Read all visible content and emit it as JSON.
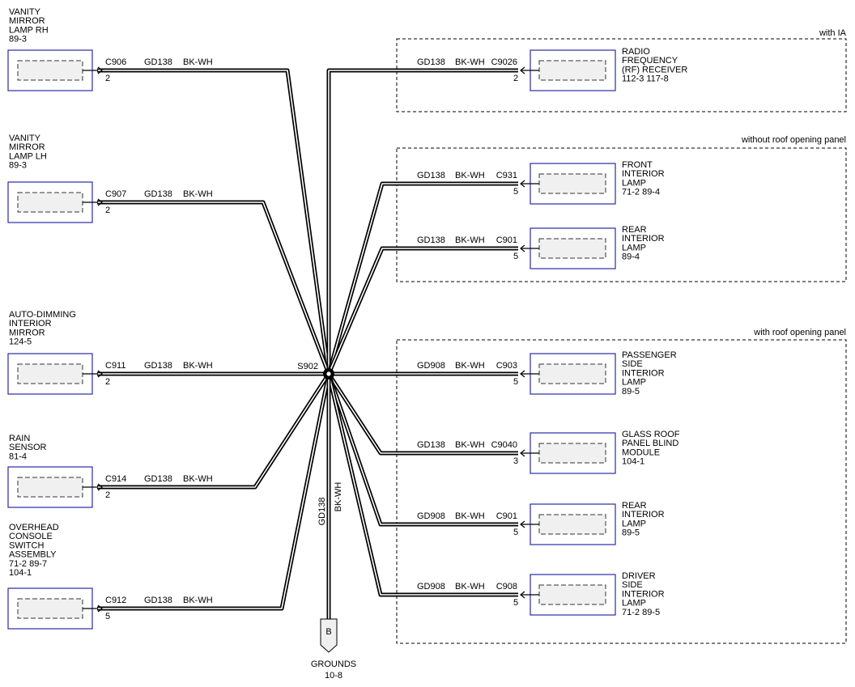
{
  "splice": {
    "label": "S902"
  },
  "left_components": [
    {
      "id": "vanity-rh",
      "label": [
        "VANITY",
        "MIRROR",
        "LAMP RH",
        "89-3"
      ],
      "connector": "C906",
      "pin": "2",
      "circuit": "GD138",
      "color": "BK-WH"
    },
    {
      "id": "vanity-lh",
      "label": [
        "VANITY",
        "MIRROR",
        "LAMP LH",
        "89-3"
      ],
      "connector": "C907",
      "pin": "2",
      "circuit": "GD138",
      "color": "BK-WH"
    },
    {
      "id": "auto-dim",
      "label": [
        "AUTO-DIMMING",
        "INTERIOR",
        "MIRROR",
        "124-5"
      ],
      "connector": "C911",
      "pin": "2",
      "circuit": "GD138",
      "color": "BK-WH"
    },
    {
      "id": "rain",
      "label": [
        "RAIN",
        "SENSOR",
        "81-4"
      ],
      "connector": "C914",
      "pin": "2",
      "circuit": "GD138",
      "color": "BK-WH"
    },
    {
      "id": "overhead",
      "label": [
        "OVERHEAD",
        "CONSOLE",
        "SWITCH",
        "ASSEMBLY",
        "71-2    89-7",
        "104-1"
      ],
      "connector": "C912",
      "pin": "5",
      "circuit": "GD138",
      "color": "BK-WH"
    }
  ],
  "groups": [
    {
      "id": "with-ia",
      "title": "with IA"
    },
    {
      "id": "without-roof",
      "title": "without roof opening panel"
    },
    {
      "id": "with-roof",
      "title": "with roof opening panel"
    }
  ],
  "right_components": [
    {
      "id": "rf",
      "label": [
        "RADIO",
        "FREQUENCY",
        "(RF) RECEIVER",
        "112-3    117-8"
      ],
      "connector": "C9026",
      "pin": "2",
      "circuit": "GD138",
      "color": "BK-WH"
    },
    {
      "id": "front-int",
      "label": [
        "FRONT",
        "INTERIOR",
        "LAMP",
        "71-2    89-4"
      ],
      "connector": "C931",
      "pin": "5",
      "circuit": "GD138",
      "color": "BK-WH"
    },
    {
      "id": "rear-int-a",
      "label": [
        "REAR",
        "INTERIOR",
        "LAMP",
        "89-4"
      ],
      "connector": "C901",
      "pin": "5",
      "circuit": "GD138",
      "color": "BK-WH"
    },
    {
      "id": "pass-side",
      "label": [
        "PASSENGER",
        "SIDE",
        "INTERIOR",
        "LAMP",
        "89-5"
      ],
      "connector": "C903",
      "pin": "5",
      "circuit": "GD908",
      "color": "BK-WH"
    },
    {
      "id": "glass-roof",
      "label": [
        "GLASS ROOF",
        "PANEL BLIND",
        "MODULE",
        "104-1"
      ],
      "connector": "C9040",
      "pin": "3",
      "circuit": "GD138",
      "color": "BK-WH"
    },
    {
      "id": "rear-int-b",
      "label": [
        "REAR",
        "INTERIOR",
        "LAMP",
        "89-5"
      ],
      "connector": "C901",
      "pin": "5",
      "circuit": "GD908",
      "color": "BK-WH"
    },
    {
      "id": "driver-side",
      "label": [
        "DRIVER",
        "SIDE",
        "INTERIOR",
        "LAMP",
        "71-2    89-5"
      ],
      "connector": "C908",
      "pin": "5",
      "circuit": "GD908",
      "color": "BK-WH"
    }
  ],
  "ground": {
    "circuit": "GD138",
    "color": "BK-WH",
    "connector_letter": "B",
    "label": "GROUNDS",
    "ref": "10-8"
  }
}
